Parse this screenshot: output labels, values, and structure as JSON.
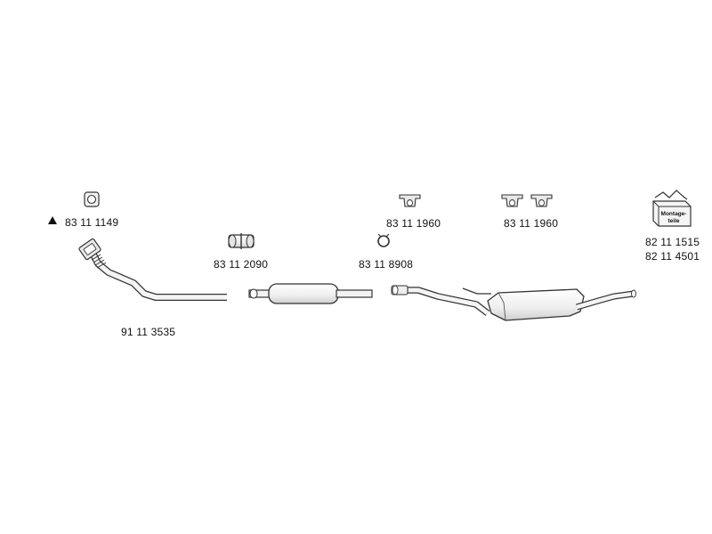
{
  "parts": {
    "front_pipe": "91 11 3535",
    "flange_gasket": "83 11 1149",
    "pipe_clamp": "83 11 2090",
    "sealing_ring": "83 11 8908",
    "rubber_mount_center": "83 11 1960",
    "rubber_mount_rear": "83 11 1960",
    "mounting_kit_1": "82 11 1515",
    "mounting_kit_2": "82 11 4501"
  },
  "kit_box_text": {
    "line1": "Montage-",
    "line2": "teile"
  },
  "colors": {
    "stroke": "#333333",
    "fill": "#f2f2f2",
    "shade": "#d9d9d9"
  }
}
